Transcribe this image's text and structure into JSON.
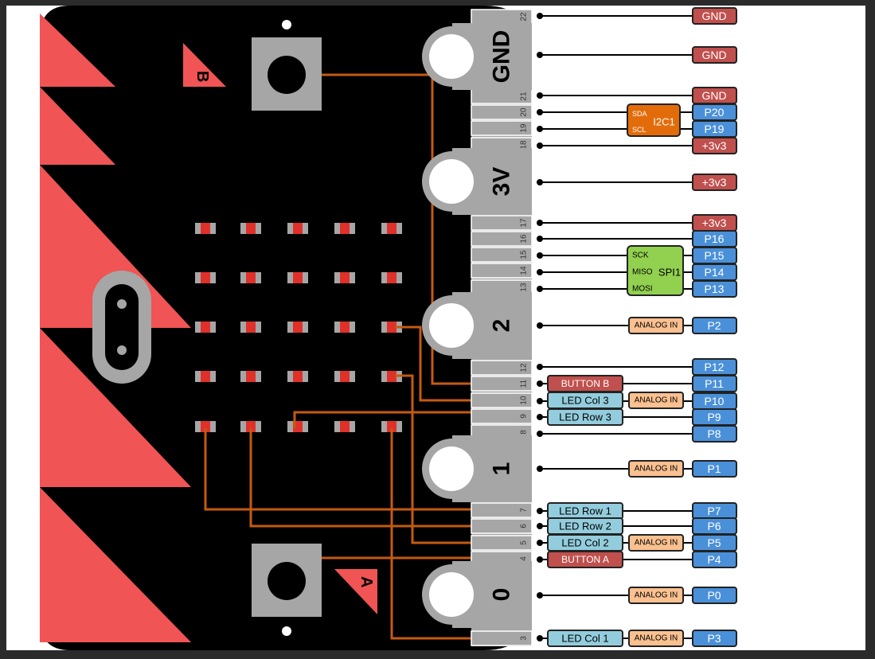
{
  "board": {
    "button_a_label": "A",
    "button_b_label": "B",
    "large_pads": [
      {
        "id": "gnd",
        "label": "GND"
      },
      {
        "id": "3v",
        "label": "3V"
      },
      {
        "id": "2",
        "label": "2"
      },
      {
        "id": "1",
        "label": "1"
      },
      {
        "id": "0",
        "label": "0"
      }
    ],
    "small_pin_numbers": [
      "22",
      "21",
      "20",
      "19",
      "18",
      "17",
      "16",
      "15",
      "14",
      "13",
      "12",
      "11",
      "10",
      "9",
      "8",
      "7",
      "6",
      "5",
      "4",
      "3"
    ]
  },
  "pins": [
    {
      "name": "GND"
    },
    {
      "name": "GND"
    },
    {
      "name": "GND"
    },
    {
      "name": "P20"
    },
    {
      "name": "P19"
    },
    {
      "name": "+3v3"
    },
    {
      "name": "+3v3"
    },
    {
      "name": "+3v3"
    },
    {
      "name": "P16"
    },
    {
      "name": "P15"
    },
    {
      "name": "P14"
    },
    {
      "name": "P13"
    },
    {
      "name": "P2"
    },
    {
      "name": "P12"
    },
    {
      "name": "P11"
    },
    {
      "name": "P10"
    },
    {
      "name": "P9"
    },
    {
      "name": "P8"
    },
    {
      "name": "P1"
    },
    {
      "name": "P7"
    },
    {
      "name": "P6"
    },
    {
      "name": "P5"
    },
    {
      "name": "P4"
    },
    {
      "name": "P0"
    },
    {
      "name": "P3"
    }
  ],
  "functions": {
    "i2c": {
      "title": "I2C1",
      "sda": "SDA",
      "scl": "SCL"
    },
    "spi": {
      "title": "SPI1",
      "sck": "SCK",
      "miso": "MISO",
      "mosi": "MOSI"
    },
    "analog_in": "ANALOG IN",
    "button_a": "BUTTON A",
    "button_b": "BUTTON B",
    "led_col_1": "LED Col 1",
    "led_col_2": "LED Col 2",
    "led_col_3": "LED Col 3",
    "led_row_1": "LED Row 1",
    "led_row_2": "LED Row 2",
    "led_row_3": "LED Row 3"
  },
  "colors": {
    "gnd_fill": "#c0504d",
    "power_fill": "#c0504d",
    "gpio_fill": "#4a90d9",
    "i2c_fill": "#e36c0a",
    "spi_fill": "#92d050",
    "analog_fill": "#fac090",
    "button_fill": "#c0504d",
    "led_fill": "#93cddd",
    "trace": "#c55a11",
    "board": "#000000",
    "accent": "#f05454",
    "pad": "#a6a6a6"
  }
}
